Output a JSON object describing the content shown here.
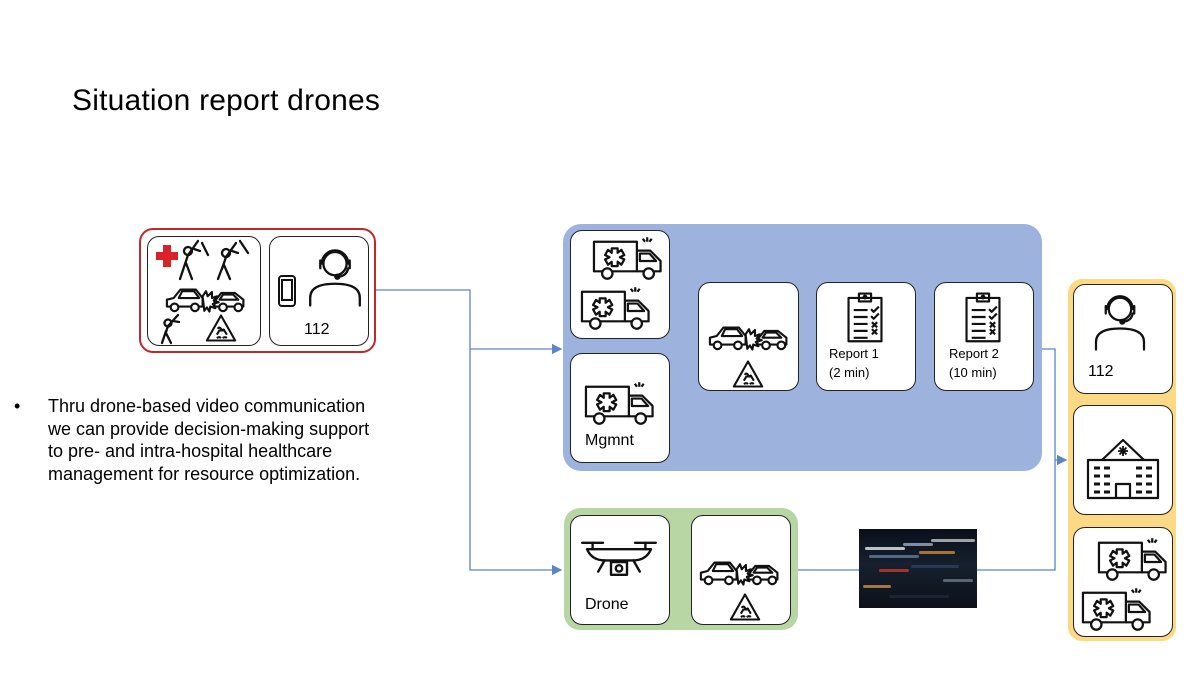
{
  "slide": {
    "title": "Situation report drones",
    "bullet": {
      "marker": "•",
      "text": "Thru drone-based video communication we can provide decision-making support to pre- and intra-hospital healthcare management for resource optimization."
    }
  },
  "diagram": {
    "call_center_label": "112",
    "mgmt_label": "Mgmnt",
    "report1": {
      "line1": "Report 1",
      "line2": "(2 min)"
    },
    "report2": {
      "line1": "Report 2",
      "line2": "(10 min)"
    },
    "right_call_center_label": "112",
    "drone_label": "Drone"
  },
  "colors": {
    "red_border": "#c0282a",
    "blue_group": "#9db3dd",
    "green_group": "#b7d6a3",
    "yellow_group": "#fbd985",
    "connector": "#5b86c6",
    "cross": "#d9232a"
  },
  "icons": [
    "red-cross-icon",
    "waving-people-icon",
    "car-crash-icon",
    "slippery-road-sign-icon",
    "mobile-phone-icon",
    "operator-headset-icon",
    "ambulance-icon",
    "drone-icon",
    "checklist-icon",
    "hospital-icon",
    "night-traffic-photo"
  ]
}
